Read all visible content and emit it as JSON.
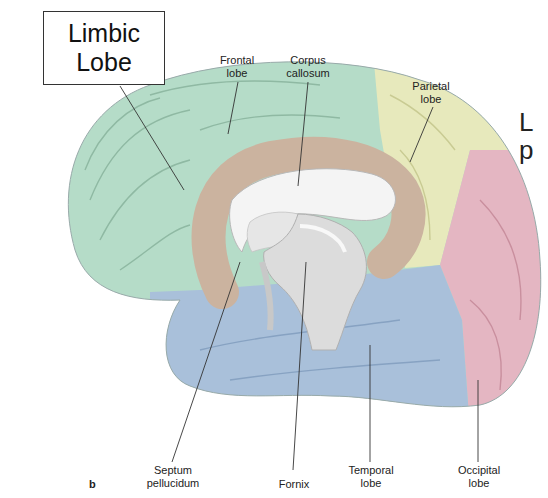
{
  "diagram": {
    "nodes": [
      {
        "text": [
          "Limbic Lobe"
        ]
      }
    ],
    "labels": [
      "Frontal lobe",
      "Corpus callosum",
      "Parietal lobe",
      "L",
      "p",
      "b",
      "Septum pellucidum",
      "Fornix",
      "Temporal lobe",
      "Occipital lobe"
    ]
  }
}
